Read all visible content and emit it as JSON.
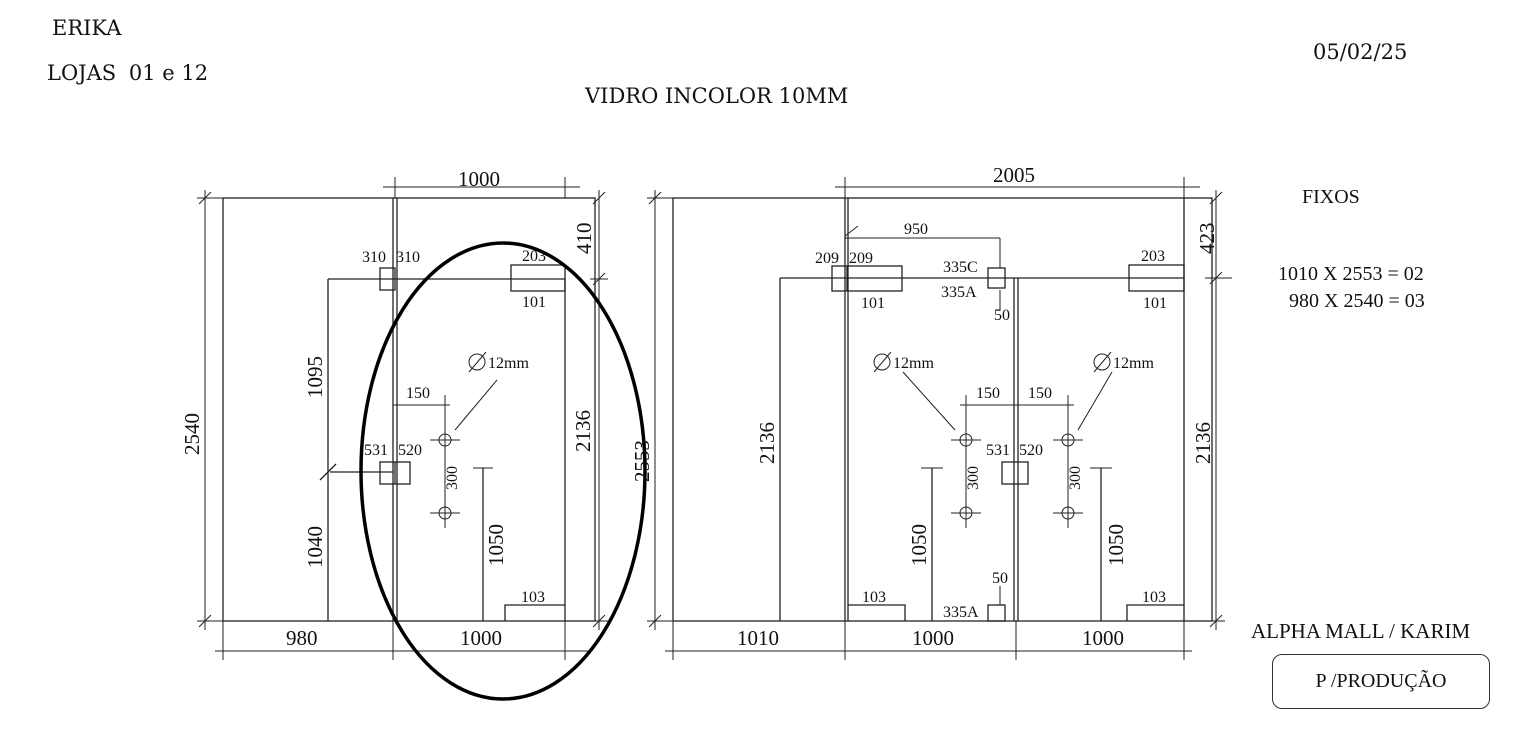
{
  "header": {
    "client": "ERIKA",
    "stores_label": "LOJAS",
    "stores_value": "01 e 12",
    "date": "05/02/25",
    "glass_type": "VIDRO INCOLOR 10MM"
  },
  "panel_left": {
    "height_total": "2540",
    "width_top": "1000",
    "width_bottom_left": "980",
    "width_bottom_right": "1000",
    "top_gap": "410",
    "height_left_upper": "1095",
    "height_left_lower": "1040",
    "height_right": "2136",
    "height_handle": "1050",
    "fitting_top_left": "310",
    "fitting_top_right": "310",
    "fitting_top_203": "203",
    "fitting_top_101": "101",
    "fitting_mid_left": "531",
    "fitting_mid_right": "520",
    "fitting_bottom": "103",
    "hole_offset": "150",
    "hole_spacing": "300",
    "hole_diameter": "12mm"
  },
  "panel_right": {
    "height_total": "2553",
    "width_top": "2005",
    "width_bottom_left": "1010",
    "width_bottom_mid": "1000",
    "width_bottom_right": "1000",
    "top_gap": "423",
    "offset_950": "950",
    "height_left": "2136",
    "height_right": "2136",
    "height_handle_left": "1050",
    "height_handle_right": "1050",
    "fitting_209_left": "209",
    "fitting_209_right": "209",
    "fitting_101_left": "101",
    "fitting_335c": "335C",
    "fitting_335a_top": "335A",
    "gap_50_top": "50",
    "fitting_203": "203",
    "fitting_101_right": "101",
    "hole_diameter_left": "12mm",
    "hole_diameter_right": "12mm",
    "hole_offset_left": "150",
    "hole_offset_right": "150",
    "fitting_531": "531",
    "fitting_520": "520",
    "hole_spacing_left": "300",
    "hole_spacing_right": "300",
    "gap_50_bottom": "50",
    "fitting_335a_bottom": "335A",
    "fitting_103_left": "103",
    "fitting_103_right": "103"
  },
  "fixed_panels": {
    "title": "FIXOS",
    "line1": "1010 X 2553 = 02",
    "line2": "980 X 2540 = 03"
  },
  "footer": {
    "project": "ALPHA MALL / KARIM",
    "stamp": "P /PRODUÇÃO"
  }
}
